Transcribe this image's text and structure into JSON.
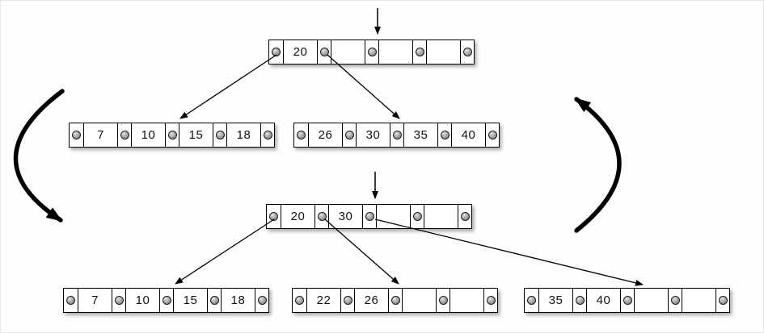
{
  "colors": {
    "stroke": "#000000",
    "cell_fill": "#ffffff",
    "pointer_dot": "#999999",
    "background": "#fdfdfd"
  },
  "top_tree": {
    "root": {
      "keys": [
        "20",
        "",
        "",
        ""
      ]
    },
    "left_leaf": {
      "keys": [
        "7",
        "10",
        "15",
        "18"
      ]
    },
    "right_leaf": {
      "keys": [
        "26",
        "30",
        "35",
        "40"
      ]
    }
  },
  "bottom_tree": {
    "root": {
      "keys": [
        "20",
        "30",
        "",
        ""
      ]
    },
    "left_leaf": {
      "keys": [
        "7",
        "10",
        "15",
        "18"
      ]
    },
    "middle_leaf": {
      "keys": [
        "22",
        "26",
        "",
        ""
      ]
    },
    "right_leaf": {
      "keys": [
        "35",
        "40",
        "",
        ""
      ]
    }
  }
}
